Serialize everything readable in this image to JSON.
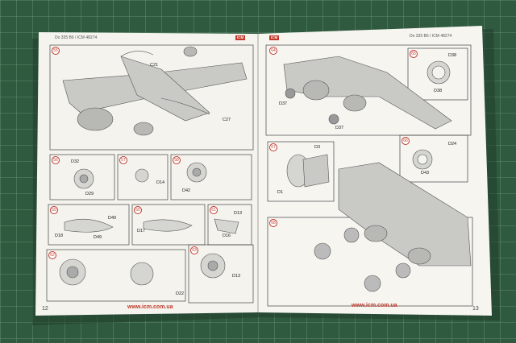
{
  "booklet": {
    "left_page": {
      "header": "Do 335 B6 / ICM 48274",
      "page_number": "12",
      "url": "www.icm.com.ua",
      "logo": "ICM"
    },
    "right_page": {
      "header": "Do 335 B6 / ICM 48274",
      "page_number": "13",
      "url": "www.icm.com.ua",
      "logo": "ICM"
    }
  },
  "steps_left": [
    "55",
    "56",
    "57",
    "58",
    "59",
    "60",
    "61",
    "62",
    "63"
  ],
  "steps_right": [
    "64",
    "65",
    "66",
    "67",
    "68"
  ],
  "part_labels_left": [
    "C21",
    "C27",
    "D32",
    "D29",
    "D14",
    "D42",
    "D49",
    "D18",
    "D49",
    "D17",
    "D16",
    "D13",
    "D22",
    "D13"
  ],
  "part_labels_right": [
    "D37",
    "D37",
    "D38",
    "D38",
    "D3",
    "D1",
    "D24",
    "D43"
  ],
  "colors": {
    "mat": "#2f5a3f",
    "grid": "#6f9a7a",
    "paper": "#f4f3ee",
    "accent": "#c0392b"
  }
}
